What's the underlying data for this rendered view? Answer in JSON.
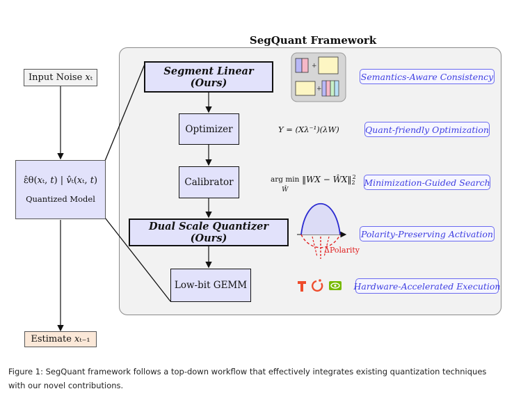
{
  "framework_title": "SegQuant Framework",
  "left": {
    "input": "Input Noise 𝑥ₜ",
    "model_formula": "ε̂θ(𝑥ₜ, 𝑡) | 𝑣̂ₜ(𝑥ₜ, 𝑡)",
    "model_label": "Quantized Model",
    "output": "Estimate 𝑥ₜ₋₁"
  },
  "stages": [
    {
      "label": "Segment Linear (Ours)"
    },
    {
      "label": "Optimizer"
    },
    {
      "label": "Calibrator"
    },
    {
      "label": "Dual Scale Quantizer (Ours)"
    },
    {
      "label": "Low-bit GEMM"
    }
  ],
  "formulas": {
    "optimizer": "Y = (Xλ⁻¹)(λW)",
    "calibrator_pre": "arg min",
    "calibrator_sub": "Ŵ",
    "calibrator_norm": "‖WX − ŴX‖",
    "calibrator_sup": "2",
    "calibrator_subn": "2"
  },
  "polarity_label": "ΔPolarity",
  "features": [
    {
      "label": "Semantics-Aware Consistency"
    },
    {
      "label": "Quant-friendly Optimization"
    },
    {
      "label": "Minimization-Guided Search"
    },
    {
      "label": "Polarity-Preserving Activation"
    },
    {
      "label": "Hardware-Accelerated Execution"
    }
  ],
  "icons": [
    "pytorch-icon",
    "refresh-icon",
    "nvidia-icon"
  ],
  "colors": {
    "stage_fill": "#e2e2fb",
    "feature_text": "#3d3de0",
    "polarity_red": "#e02020",
    "curve_blue": "#2a2ad0",
    "io_left_fill": "#f3f3f3",
    "output_fill": "#fbe8d8",
    "pytorch": "#ee4c2c",
    "nvidia": "#76b900"
  },
  "caption": "Figure 1: SegQuant framework follows a top-down workflow that effectively integrates existing quantization techniques with our novel contributions."
}
